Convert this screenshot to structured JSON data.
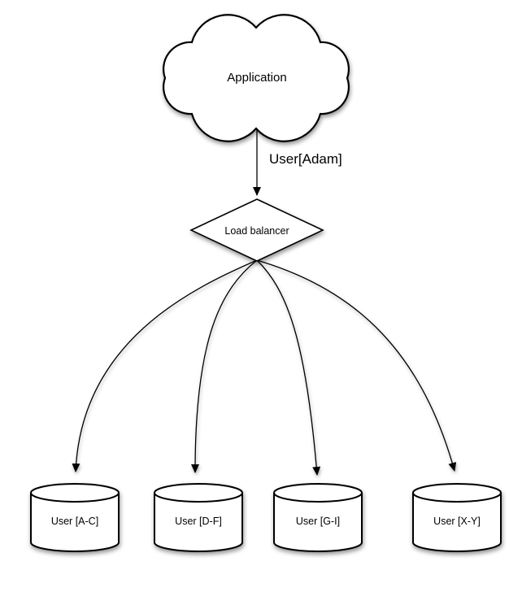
{
  "nodes": {
    "application": {
      "label": "Application",
      "shape": "cloud"
    },
    "load_balancer": {
      "label": "Load balancer",
      "shape": "diamond"
    },
    "shards": [
      {
        "label": "User [A-C]",
        "shape": "cylinder"
      },
      {
        "label": "User [D-F]",
        "shape": "cylinder"
      },
      {
        "label": "User [G-I]",
        "shape": "cylinder"
      },
      {
        "label": "User [X-Y]",
        "shape": "cylinder"
      }
    ]
  },
  "edges": {
    "application_to_load_balancer": {
      "label": "User[Adam]"
    },
    "load_balancer_to_shards": [
      "User [A-C]",
      "User [D-F]",
      "User [G-I]",
      "User [X-Y]"
    ]
  },
  "colors": {
    "stroke": "#000000",
    "shape_fill": "#ffffff",
    "background": "#ffffff",
    "text": "#000000"
  }
}
